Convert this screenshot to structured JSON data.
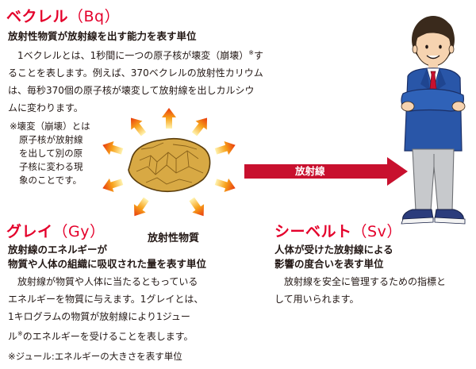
{
  "becquerel": {
    "title": "ベクレル",
    "unit": "（Bq）",
    "subtitle": "放射性物質が放射線を出す能力を表す単位",
    "body_line1": "1ベクレルとは、1秒間に一つの原子核が壊変（崩壊）",
    "body_mark": "※",
    "body_line1_end": "す",
    "body_line2": "ることを表します。例えば、370ベクレルの放射性カリウム",
    "body_line3": "は、毎秒370個の原子核が壊変して放射線を出しカルシウ",
    "body_line4": "ムに変わります。",
    "note_line1": "※壊変（崩壊）とは",
    "note_line2": "原子核が放射線",
    "note_line3": "を出して別の原",
    "note_line4": "子核に変わる現",
    "note_line5": "象のことです。"
  },
  "illustration": {
    "substance_label": "放射性物質",
    "radiation_label": "放射線",
    "rock_color": "#d8a944",
    "arrow_color": "#c8102e"
  },
  "gray": {
    "title": "グレイ",
    "unit": "（Gy）",
    "subtitle_line1": "放射線のエネルギーが",
    "subtitle_line2": "物質や人体の組織に吸収された量を表す単位",
    "body_line1": "放射線が物質や人体に当たるともっている",
    "body_line2": "エネルギーを物質に与えます。1グレイとは、",
    "body_line3": "1キログラムの物質が放射線により1ジュー",
    "body_line4": "ル",
    "body_mark": "※",
    "body_line4_end": "のエネルギーを受けることを表します。",
    "note": "※ジュール:エネルギーの大きさを表す単位"
  },
  "sievert": {
    "title": "シーベルト",
    "unit": "（Sv）",
    "subtitle_line1": "人体が受けた放射線による",
    "subtitle_line2": "影響の度合いを表す単位",
    "body_line1": "放射線を安全に管理するための指標と",
    "body_line2": "して用いられます。"
  }
}
